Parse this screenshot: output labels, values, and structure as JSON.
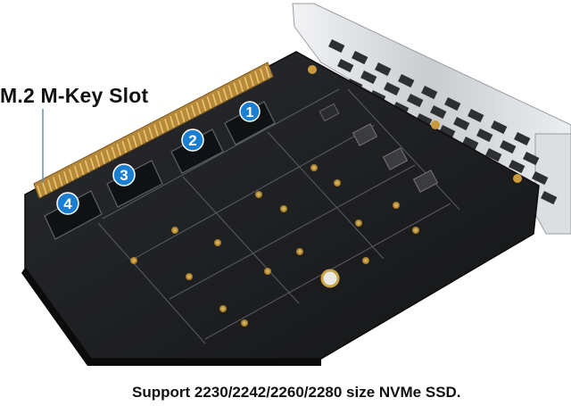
{
  "labels": {
    "slot_title": "M.2 M-Key Slot",
    "caption": "Support 2230/2242/2260/2280 size NVMe SSD."
  },
  "slot_badges": [
    "1",
    "2",
    "3",
    "4"
  ],
  "colors": {
    "pcb": "#1c1d1f",
    "badge": "#1a7fd0",
    "gold": "#c99a3c",
    "bracket": "#d9dcdf",
    "background": "#ffffff"
  }
}
